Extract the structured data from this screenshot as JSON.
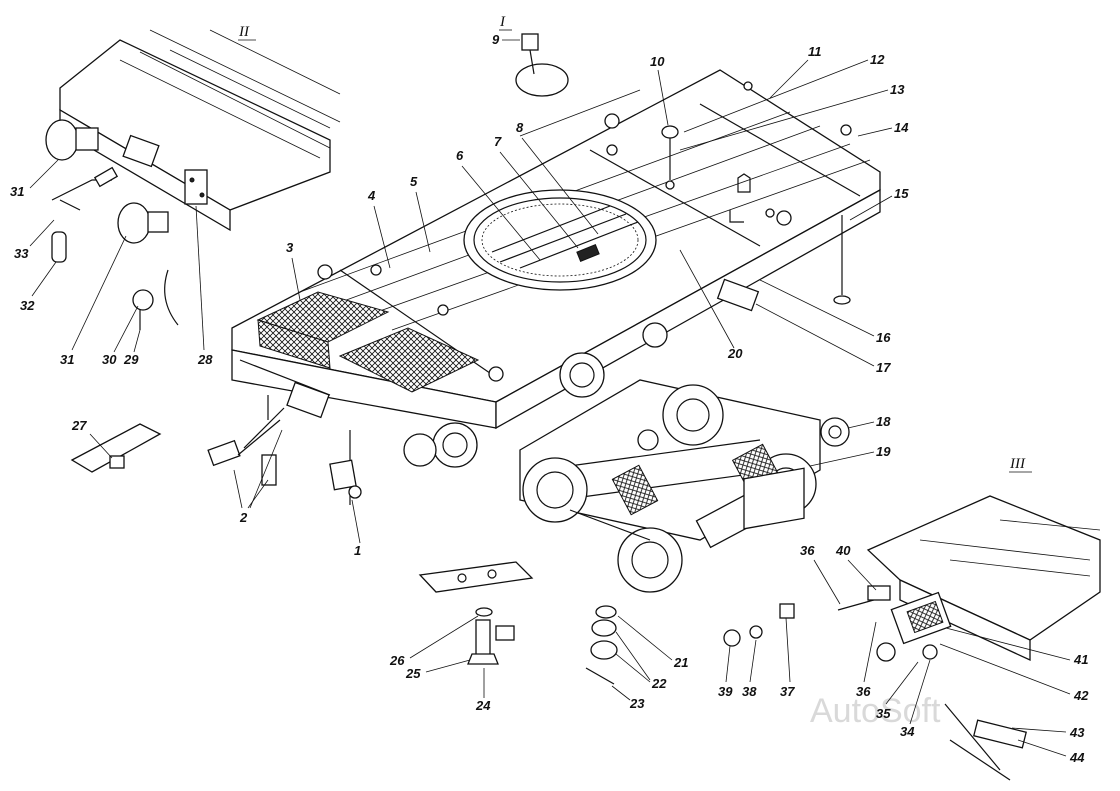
{
  "figure": {
    "section_labels": [
      "I",
      "II",
      "III"
    ],
    "watermark": "AutoSoft",
    "callouts": [
      "1",
      "2",
      "3",
      "4",
      "5",
      "6",
      "7",
      "8",
      "9",
      "10",
      "11",
      "12",
      "13",
      "14",
      "15",
      "16",
      "17",
      "18",
      "19",
      "20",
      "21",
      "22",
      "23",
      "24",
      "25",
      "26",
      "27",
      "28",
      "29",
      "30",
      "31",
      "32",
      "33",
      "34",
      "35",
      "36",
      "37",
      "38",
      "39",
      "40",
      "41",
      "42",
      "43",
      "44"
    ]
  }
}
